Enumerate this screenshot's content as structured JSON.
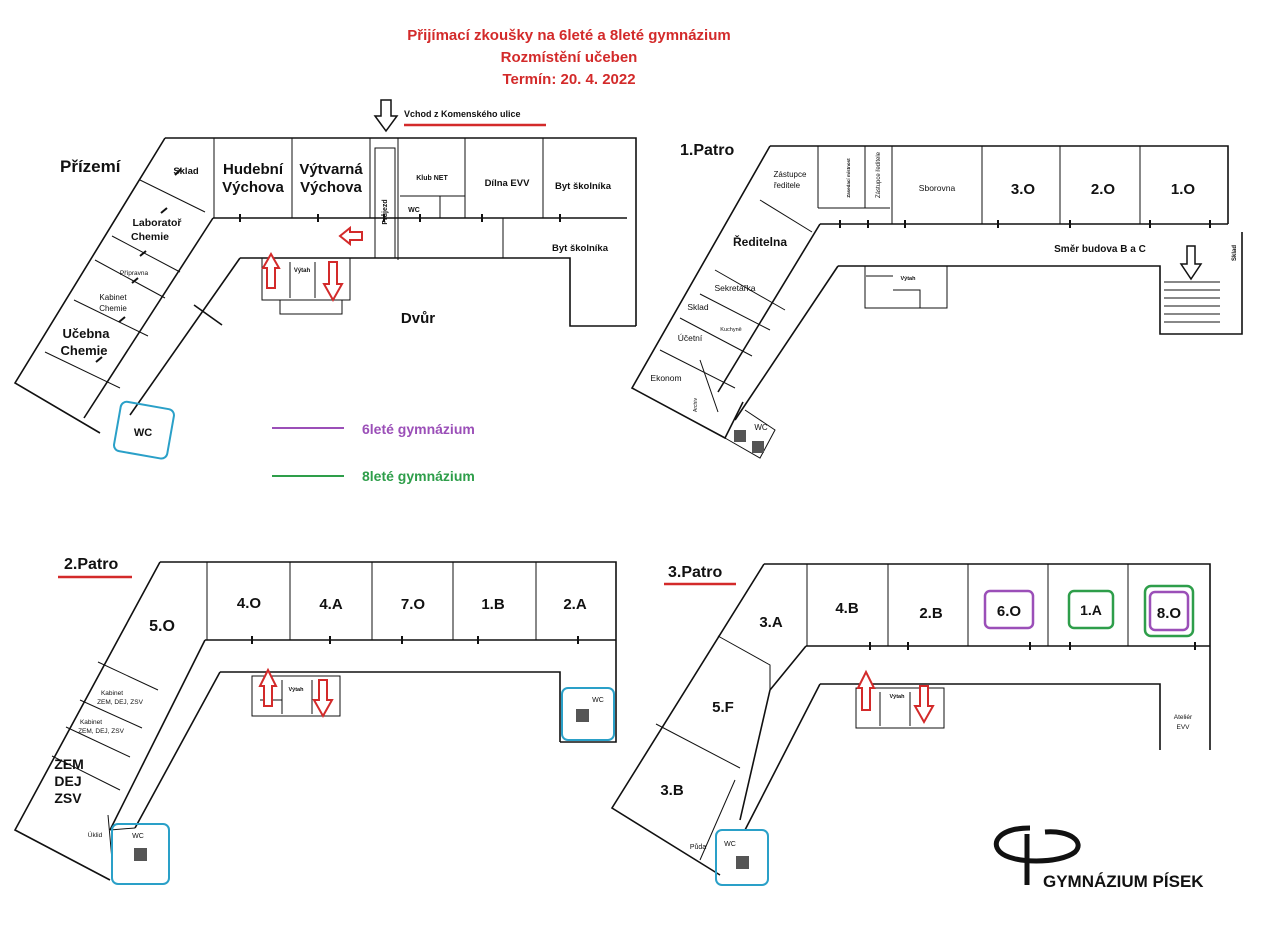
{
  "header": {
    "line1": "Přijímací zkoušky na 6leté a 8leté gymnázium",
    "line2": "Rozmístění učeben",
    "line3": "Termín: 20. 4. 2022"
  },
  "entrance": {
    "label": "Vchod z Komenského ulice"
  },
  "legend": {
    "six_year": {
      "label": "6leté gymnázium",
      "color": "#9b4fb8"
    },
    "eight_year": {
      "label": "8leté gymnázium",
      "color": "#2e9e4a"
    }
  },
  "colors": {
    "title_red": "#d32a2a",
    "wc_box": "#2aa0c8",
    "arrow_red": "#d32a2a"
  },
  "floors": {
    "ground": {
      "title": "Přízemí",
      "rooms": {
        "sklad": "Sklad",
        "hudebni_1": "Hudební",
        "hudebni_2": "Výchova",
        "vytvarna_1": "Výtvarná",
        "vytvarna_2": "Výchova",
        "prujezd": "Průjezd",
        "klub_net": "Klub NET",
        "wc_small": "WC",
        "dilna": "Dílna EVV",
        "byt1": "Byt školníka",
        "byt2": "Byt školníka",
        "lab_1": "Laboratoř",
        "lab_2": "Chemie",
        "priprava": "Přípravna",
        "kabinet_1": "Kabinet",
        "kabinet_2": "Chemie",
        "ucebna_1": "Učebna",
        "ucebna_2": "Chemie",
        "vytah": "Výtah",
        "dvur": "Dvůr",
        "wc": "WC"
      }
    },
    "first": {
      "title": "1.Patro",
      "rooms": {
        "zastupce_1": "Zástupce",
        "zastupce_2": "ředitele",
        "zasedaci": "Zasedací místnost",
        "zastupce_v": "Zástupce ředitele",
        "sborovna": "Sborovna",
        "r3o": "3.O",
        "r2o": "2.O",
        "r1o": "1.O",
        "reditelna": "Ředitelna",
        "smer": "Směr budova B a C",
        "sklad_side": "Sklad",
        "vytah": "Výtah",
        "sekretarka": "Sekretářka",
        "sklad": "Sklad",
        "kuchynе": "Kuchyně",
        "ucetni": "Účetní",
        "ekonom": "Ekonom",
        "archiv": "Archiv",
        "wc": "WC"
      }
    },
    "second": {
      "title": "2.Patro",
      "rooms": {
        "r5o": "5.O",
        "r4o": "4.O",
        "r4a": "4.A",
        "r7o": "7.O",
        "r1b": "1.B",
        "r2a": "2.A",
        "kab1_1": "Kabinet",
        "kab1_2": "ZEM, DEJ, ZSV",
        "kab2_1": "Kabinet",
        "kab2_2": "ZEM, DEJ, ZSV",
        "zem": "ZEM",
        "dej": "DEJ",
        "zsv": "ZSV",
        "vytah": "Výtah",
        "wc_right": "WC",
        "uklid": "Úklid",
        "wc": "WC"
      }
    },
    "third": {
      "title": "3.Patro",
      "rooms": {
        "r3a": "3.A",
        "r4b": "4.B",
        "r2b": "2.B",
        "r6o": "6.O",
        "r1a": "1.A",
        "r8o": "8.O",
        "r5f": "5.F",
        "r3b": "3.B",
        "vytah": "Výtah",
        "atelier_1": "Ateliér",
        "atelier_2": "EVV",
        "puda": "Půda",
        "wc": "WC"
      }
    }
  },
  "logo": {
    "name": "GYMNÁZIUM PÍSEK"
  }
}
